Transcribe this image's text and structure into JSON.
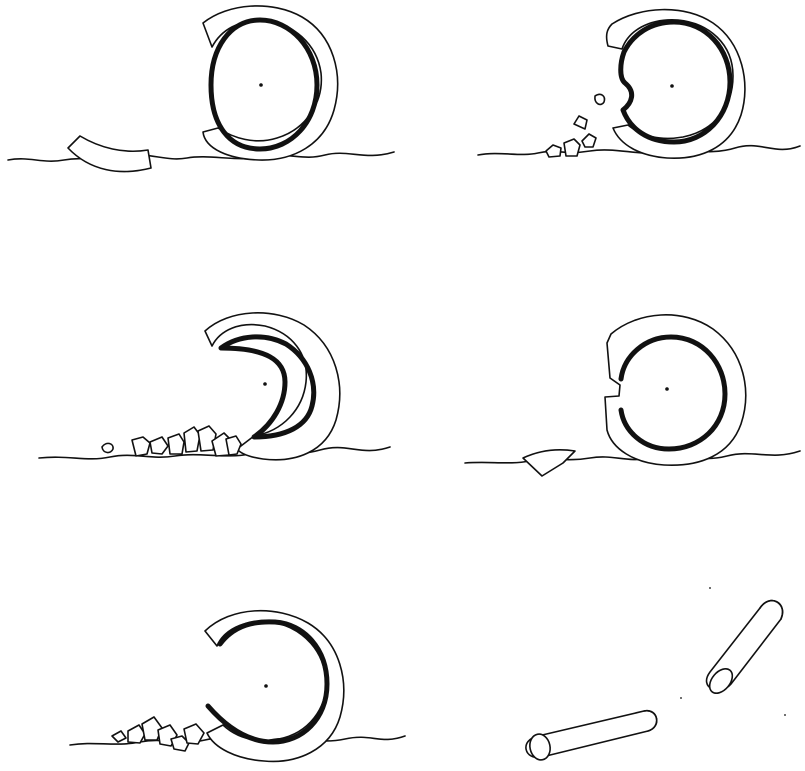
{
  "figure": {
    "panels": [
      {
        "stage": "detached-outer-segment"
      },
      {
        "stage": "small-erosion-pit"
      },
      {
        "stage": "large-inner-excavation"
      },
      {
        "stage": "narrow-slot-with-wedge-fragment"
      },
      {
        "stage": "open-gap-with-debris"
      },
      {
        "stage": "broken-cylinder-sections"
      }
    ],
    "colors": {
      "ink": "#111111",
      "paper": "#ffffff"
    }
  }
}
